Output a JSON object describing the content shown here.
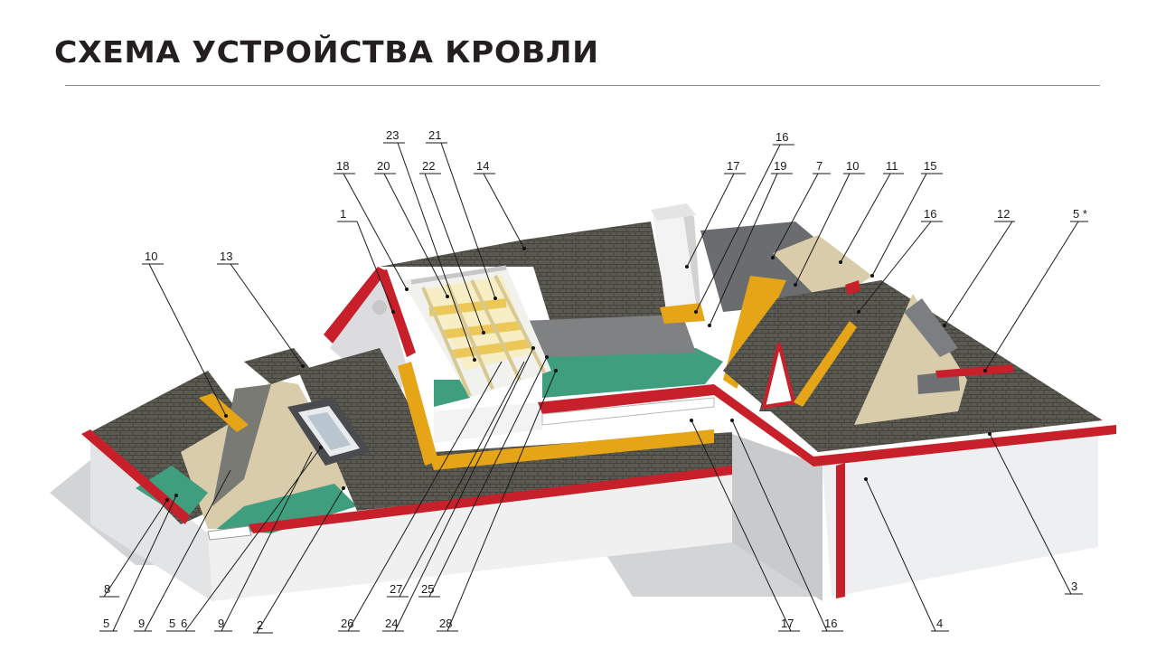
{
  "title": "СХЕМА УСТРОЙСТВА КРОВЛИ",
  "colors": {
    "shingle": "#5b5a52",
    "shingle_dark": "#45443e",
    "red_trim": "#c8202a",
    "yellow_valley": "#e6a417",
    "green_membrane": "#3f9e7e",
    "osb_base": "#d8ccaa",
    "wall": "#e3e4e6",
    "shadow": "#d3d4d6"
  },
  "labels": [
    "1",
    "2",
    "3",
    "4",
    "5",
    "5",
    "5 *",
    "6",
    "7",
    "8",
    "9",
    "9",
    "10",
    "10",
    "11",
    "12",
    "13",
    "14",
    "15",
    "16",
    "16",
    "16",
    "17",
    "17",
    "18",
    "19",
    "20",
    "21",
    "22",
    "23",
    "24",
    "25",
    "26",
    "27",
    "28"
  ]
}
